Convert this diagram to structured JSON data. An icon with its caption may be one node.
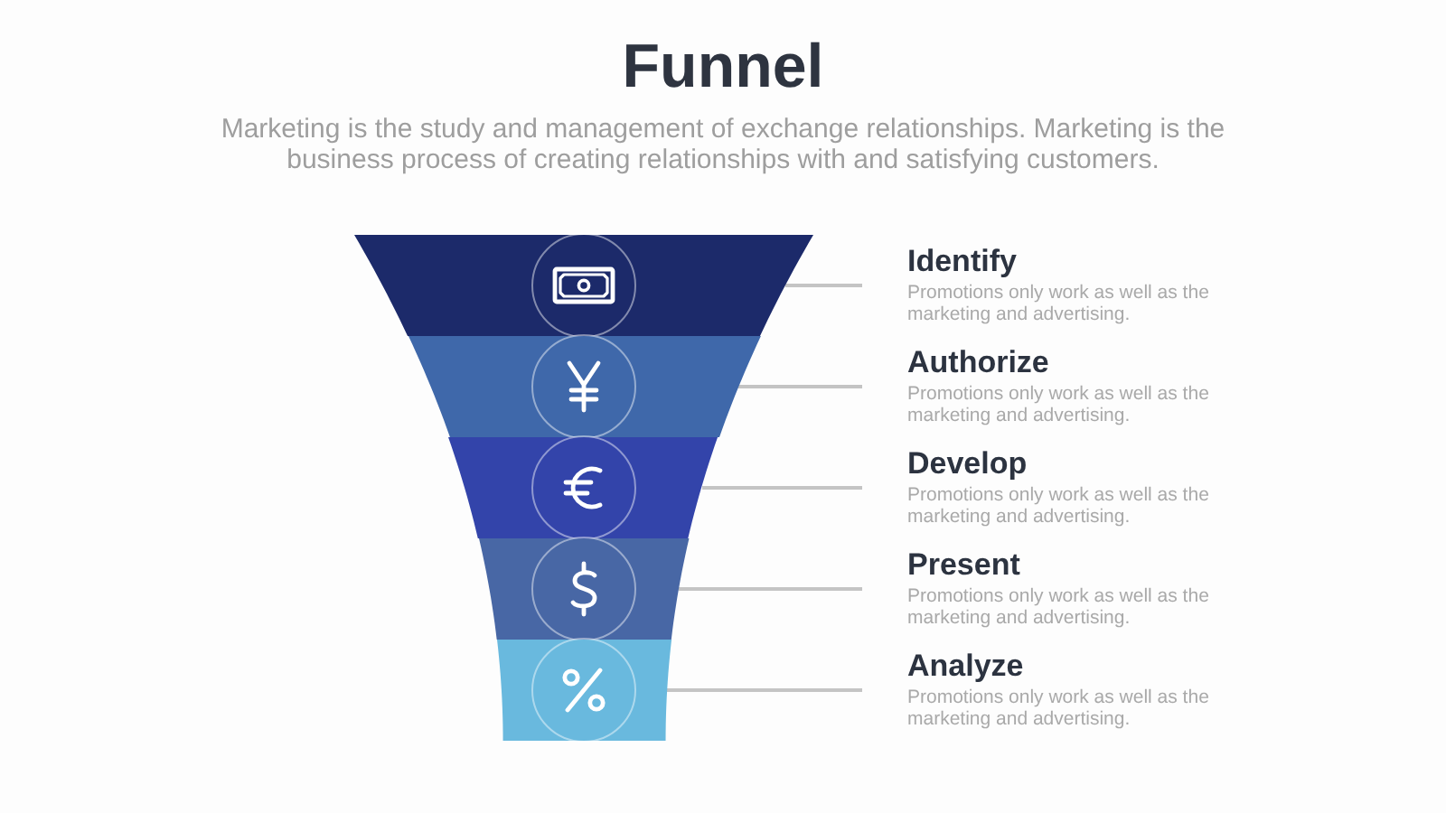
{
  "diagram": {
    "title": "Funnel",
    "nodes": [
      {
        "text": [],
        "shape": "trapezoid"
      },
      {
        "text": [],
        "shape": "trapezoid"
      },
      {
        "text": [],
        "shape": "trapezoid"
      },
      {
        "text": [],
        "shape": "trapezoid"
      },
      {
        "text": [],
        "shape": "trapezoid"
      },
      {
        "text": [
          "Identify",
          "Promotions only work as well as the marketing and advertising."
        ]
      },
      {
        "text": [
          "Authorize",
          "Promotions only work as well as the marketing and advertising."
        ]
      },
      {
        "text": [
          "Develop",
          "Promotions only work as well as the marketing and advertising."
        ]
      },
      {
        "text": [
          "Present",
          "Promotions only work as well as the marketing and advertising."
        ]
      },
      {
        "text": [
          "Analyze",
          "Promotions only work as well as the marketing and advertising."
        ]
      }
    ],
    "edges": [
      {
        "from": 5,
        "to": 0,
        "arrow": "none"
      },
      {
        "from": 6,
        "to": 1,
        "arrow": "none"
      },
      {
        "from": 7,
        "to": 2,
        "arrow": "none"
      },
      {
        "from": 8,
        "to": 3,
        "arrow": "none"
      },
      {
        "from": 9,
        "to": 4,
        "arrow": "none"
      }
    ],
    "labels": [
      "Marketing is the study and management of exchange relationships. Marketing is the business process of creating relationships with and satisfying customers."
    ]
  }
}
